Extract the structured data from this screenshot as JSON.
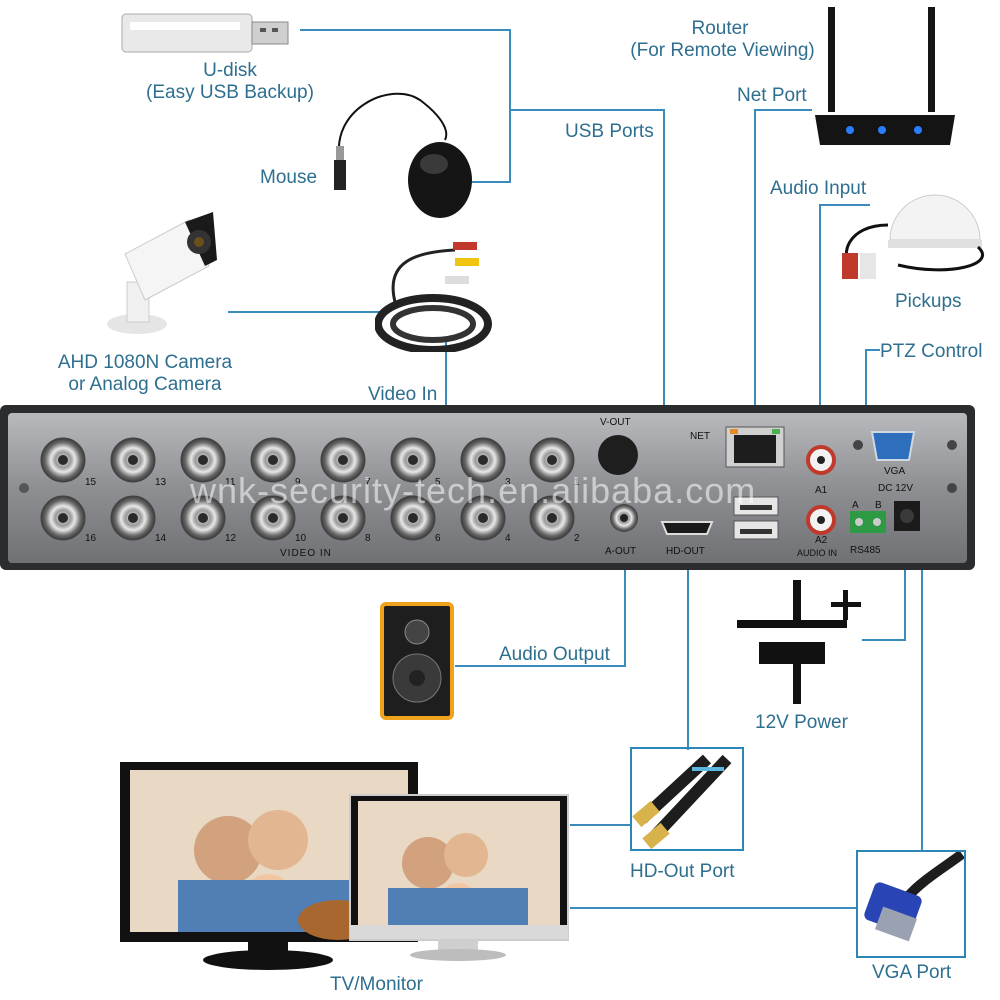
{
  "labels": {
    "udisk": "U-disk",
    "udisk_sub": "(Easy USB Backup)",
    "mouse": "Mouse",
    "router": "Router",
    "router_sub": "(For Remote Viewing)",
    "net_port": "Net Port",
    "usb_ports": "USB Ports",
    "audio_input": "Audio Input",
    "pickups": "Pickups",
    "ptz_control": "PTZ Control",
    "camera": "AHD 1080N Camera",
    "camera_sub": "or Analog Camera",
    "video_in": "Video In",
    "audio_output": "Audio Output",
    "power": "12V Power",
    "hd_out_port": "HD-Out Port",
    "vga_port": "VGA Port",
    "tv_monitor": "TV/Monitor"
  },
  "panel": {
    "video_in": "VIDEO IN",
    "v_out": "V-OUT",
    "a_out": "A-OUT",
    "hd_out": "HD-OUT",
    "net": "NET",
    "a1": "A1",
    "a2": "A2",
    "audio_in": "AUDIO IN",
    "vga": "VGA",
    "dc12v": "DC 12V",
    "rs485": "RS485",
    "a": "A",
    "b": "B"
  },
  "channels_top": [
    "15",
    "13",
    "11",
    "9",
    "7",
    "5",
    "3",
    "1"
  ],
  "channels_bottom": [
    "16",
    "14",
    "12",
    "10",
    "8",
    "6",
    "4",
    "2"
  ],
  "watermark": "wnk-security-tech.en.alibaba.com",
  "colors": {
    "line": "#3b8bbd",
    "label": "#2e6f8f",
    "panel": "#8a8c90",
    "router_led": "#2a7bff"
  }
}
